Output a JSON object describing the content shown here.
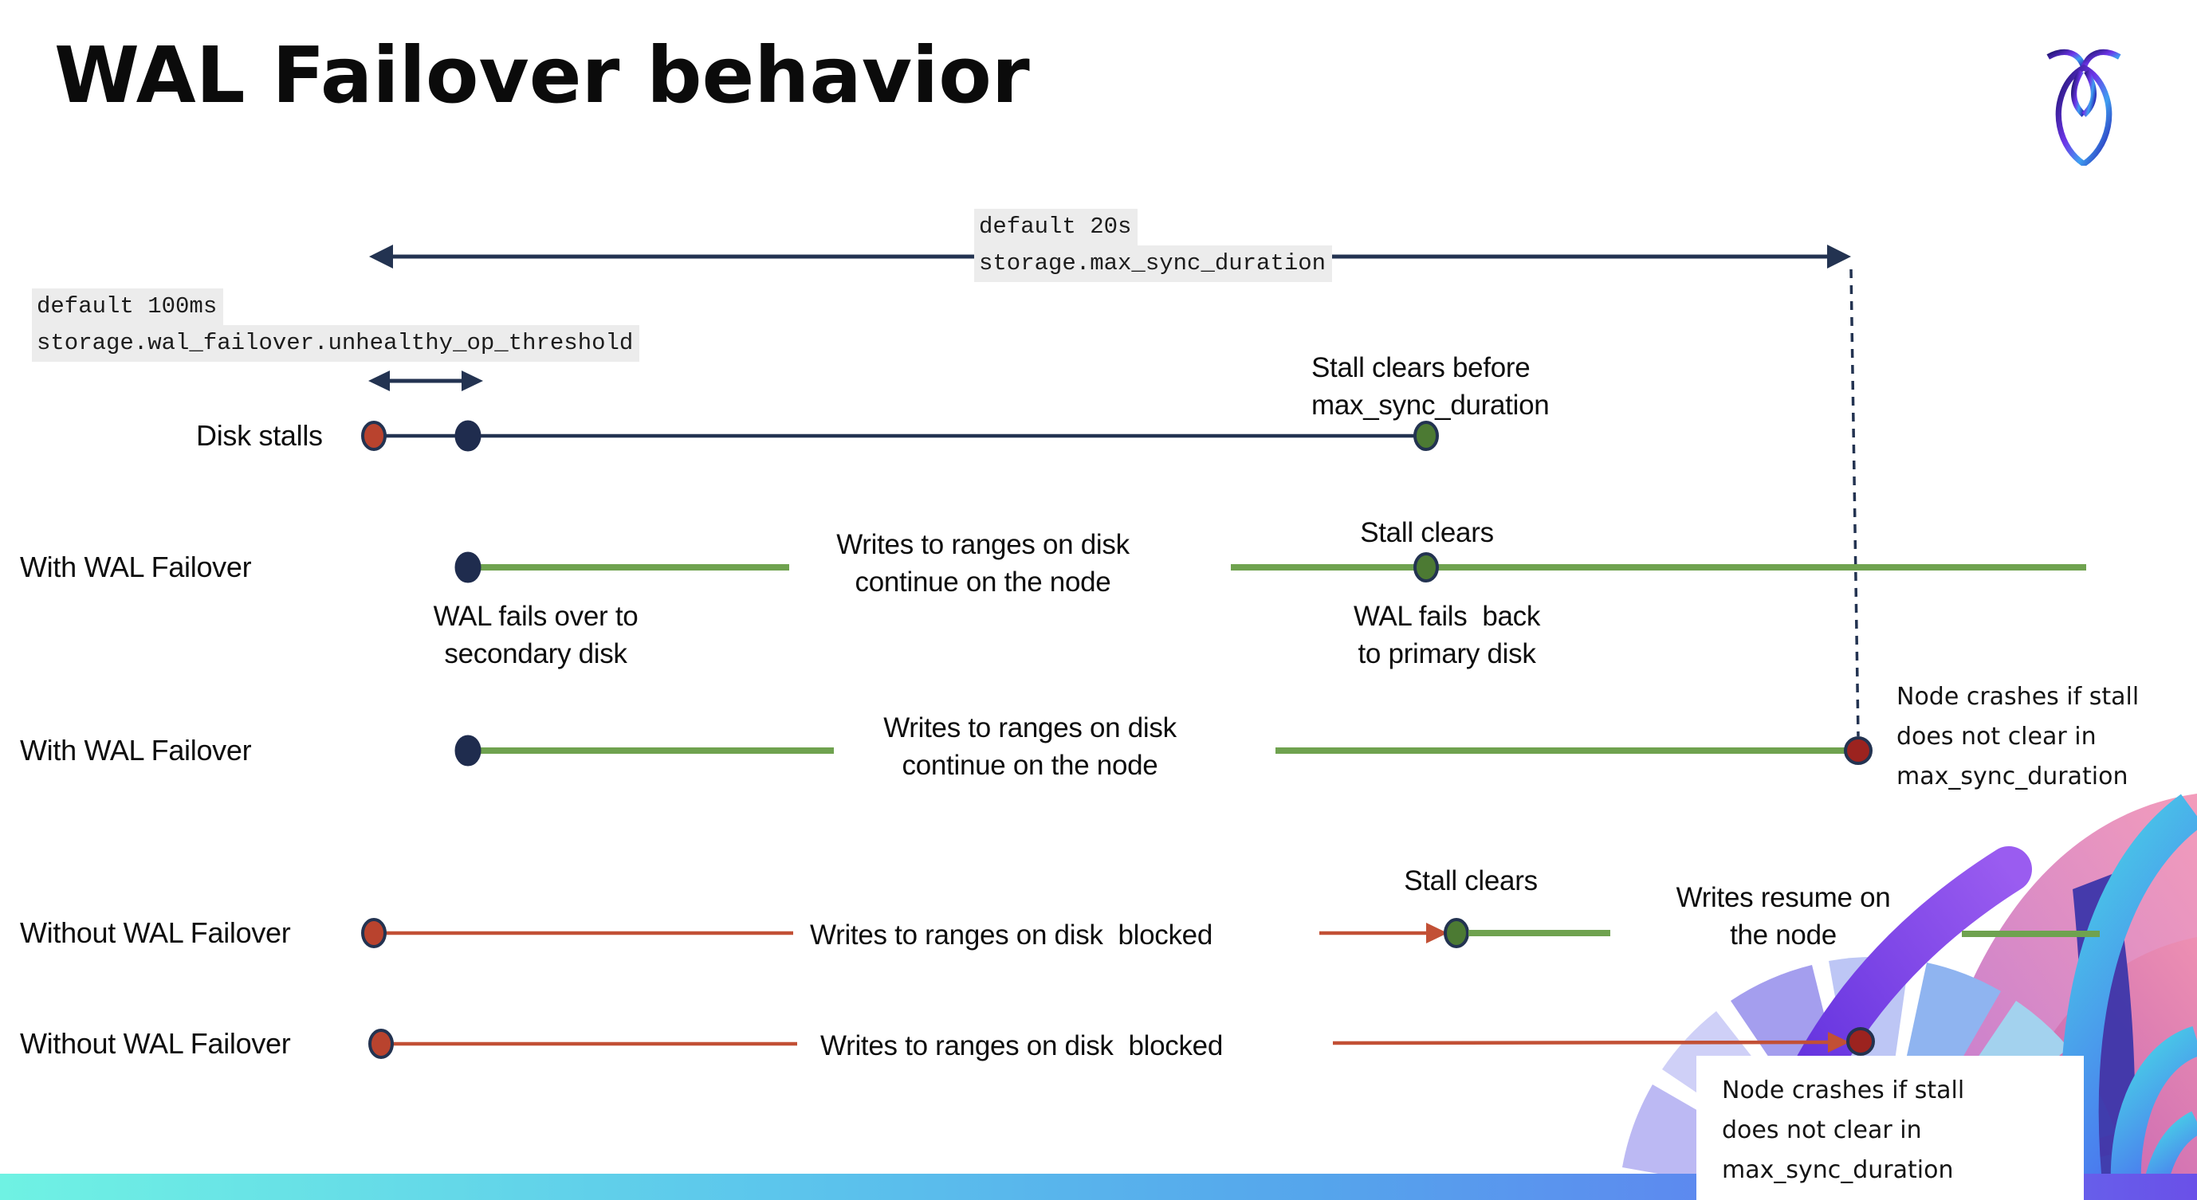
{
  "title": "WAL Failover behavior",
  "logo": {
    "name": "cockroachdb-mark"
  },
  "annotations": {
    "max_sync": {
      "line1": "default 20s",
      "line2": "storage.max_sync_duration"
    },
    "unhealthy": {
      "line1": "default 100ms",
      "line2": "storage.wal_failover.unhealthy_op_threshold"
    }
  },
  "rows": {
    "disk_stalls": {
      "label": "Disk stalls",
      "stall_clears": {
        "line1": "Stall clears before",
        "line2": "max_sync_duration"
      }
    },
    "wal_clear": {
      "label": "With WAL Failover",
      "failover": {
        "line1": "WAL fails over to",
        "line2": "secondary disk"
      },
      "writes": {
        "line1": "Writes to ranges on disk",
        "line2": "continue on the node"
      },
      "stall_clears": "Stall clears",
      "fails_back": {
        "line1": "WAL fails  back",
        "line2": "to primary disk"
      }
    },
    "wal_crash": {
      "label": "With WAL Failover",
      "writes": {
        "line1": "Writes to ranges on disk",
        "line2": "continue on the node"
      },
      "crash": {
        "line1": "Node crashes if stall",
        "line2": "does not clear in",
        "line3": "max_sync_duration"
      }
    },
    "nowal_clear": {
      "label": "Without WAL Failover",
      "blocked": "Writes to ranges on disk  blocked",
      "stall_clears": "Stall clears",
      "resume": {
        "line1": "Writes resume on",
        "line2": "the node"
      }
    },
    "nowal_crash": {
      "label": "Without WAL Failover",
      "blocked": "Writes to ranges on disk  blocked",
      "crash": {
        "line1": "Node crashes if stall",
        "line2": "does not clear in",
        "line3": "max_sync_duration"
      }
    }
  },
  "colors": {
    "navy": "#233351",
    "navy_dot": "#1f2c4e",
    "green_line": "#6fa24f",
    "green_dot": "#4c7a33",
    "red_line": "#c25035",
    "red_dot": "#b9432e",
    "crash_red_dot": "#9c231f",
    "annotation_highlight": "#ececec",
    "bottom_bar_gradient": [
      "#6ff2e3",
      "#55a5ec",
      "#6a50e8"
    ],
    "logo_gradient": [
      "#191266",
      "#6d35e8",
      "#3f9ff0",
      "#2a2cb8"
    ]
  }
}
